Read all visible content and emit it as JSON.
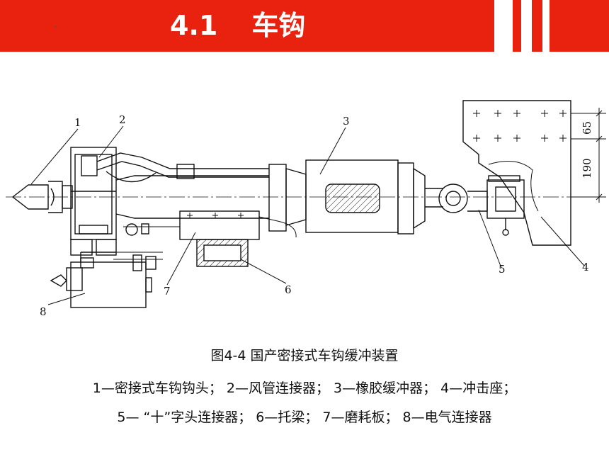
{
  "header": {
    "section_number": "4.1",
    "section_title": "车钩",
    "accent_color": "#e8220f"
  },
  "figure": {
    "callouts": [
      "1",
      "2",
      "3",
      "4",
      "5",
      "6",
      "7",
      "8"
    ],
    "dimensions": [
      "65",
      "190"
    ]
  },
  "caption": {
    "title": "图4-4  国产密接式车钩缓冲装置",
    "line1": "1—密接式车钩钩头；  2—风管连接器；  3—橡胶缓冲器；  4—冲击座；",
    "line2": "5— “十”字头连接器；  6—托梁；  7—磨耗板；  8—电气连接器"
  }
}
